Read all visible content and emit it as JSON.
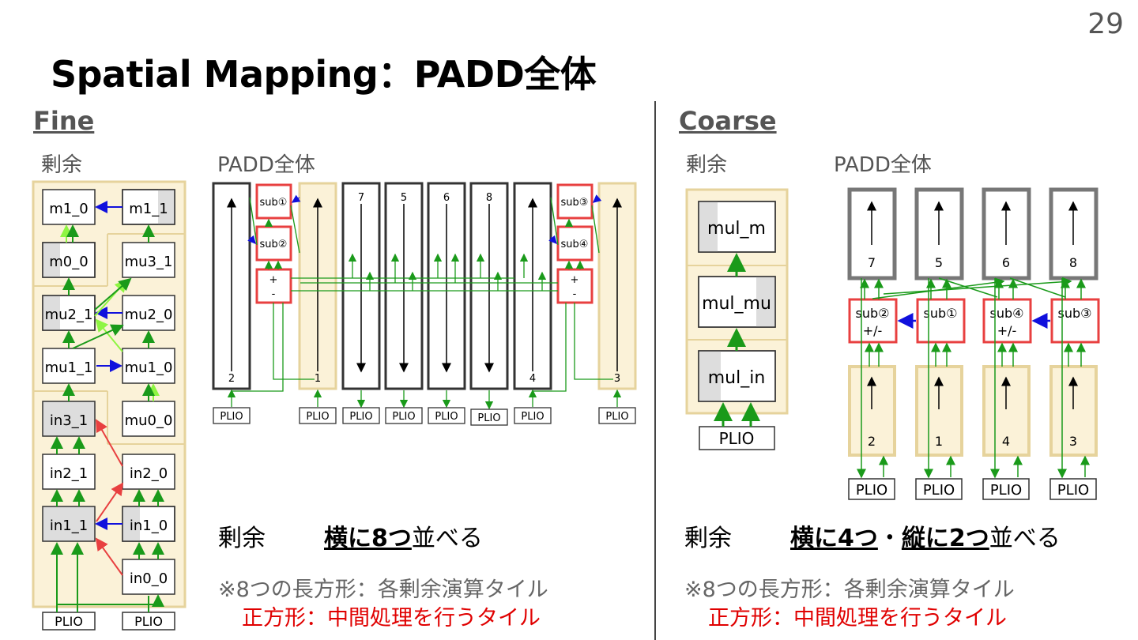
{
  "page_number": "29",
  "title": "Spatial Mapping：PADD全体",
  "fine": {
    "heading": "Fine",
    "left_label": "剰余",
    "right_label": "PADD全体",
    "tiles": {
      "m1_0": "m1_0",
      "m1_1": "m1_1",
      "m0_0": "m0_0",
      "mu3_1": "mu3_1",
      "mu2_1": "mu2_1",
      "mu2_0": "mu2_0",
      "mu1_1": "mu1_1",
      "mu1_0": "mu1_0",
      "in3_1": "in3_1",
      "mu0_0": "mu0_0",
      "in2_1": "in2_1",
      "in2_0": "in2_0",
      "in1_1": "in1_1",
      "in1_0": "in1_0",
      "in0_0": "in0_0"
    },
    "plio": "PLIO",
    "sub_labels": [
      "sub①",
      "sub②",
      "sub③",
      "sub④"
    ],
    "plus_minus": [
      "+",
      "-"
    ],
    "column_numbers": [
      "2",
      "1",
      "7",
      "5",
      "6",
      "8",
      "4",
      "3"
    ],
    "caption_prefix": "剰余",
    "caption_emph": "横に8つ",
    "caption_suffix": "並べる",
    "note1": "※8つの長方形：各剰余演算タイル",
    "note2": "正方形：中間処理を行うタイル"
  },
  "coarse": {
    "heading": "Coarse",
    "left_label": "剰余",
    "right_label": "PADD全体",
    "tiles": {
      "mul_m": "mul_m",
      "mul_mu": "mul_mu",
      "mul_in": "mul_in"
    },
    "plio": "PLIO",
    "sub_boxes": [
      {
        "label": "sub②",
        "op": "+/-"
      },
      {
        "label": "sub①",
        "op": ""
      },
      {
        "label": "sub④",
        "op": "+/-"
      },
      {
        "label": "sub③",
        "op": ""
      }
    ],
    "top_numbers": [
      "7",
      "5",
      "6",
      "8"
    ],
    "bottom_numbers": [
      "2",
      "1",
      "4",
      "3"
    ],
    "caption_prefix": "剰余",
    "caption_emph1": "横に4つ",
    "caption_mid": "・",
    "caption_emph2": "縦に2つ",
    "caption_suffix": "並べる",
    "note1": "※8つの長方形：各剰余演算タイル",
    "note2": "正方形：中間処理を行うタイル"
  },
  "colors": {
    "green": "#1a9a1a",
    "light_green": "#8ef542",
    "blue": "#1010dd",
    "red": "#e84040",
    "tile_bg": "#fbf2d8",
    "tile_border": "#e6d39c",
    "dark": "#333333"
  }
}
